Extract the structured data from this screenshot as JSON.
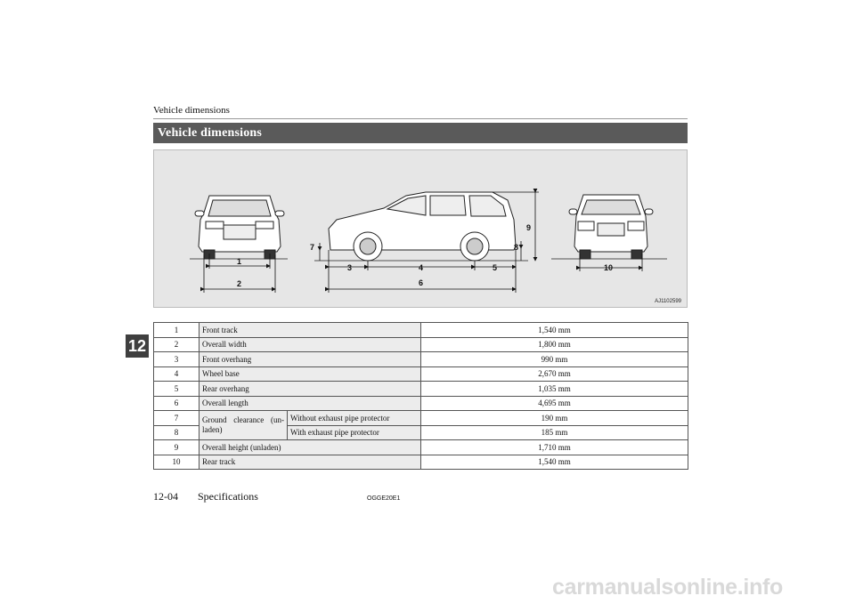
{
  "header": {
    "running_title": "Vehicle dimensions"
  },
  "section": {
    "title": "Vehicle dimensions"
  },
  "figure": {
    "code": "AJ1102599",
    "callouts": [
      "1",
      "2",
      "3",
      "4",
      "5",
      "6",
      "7",
      "8",
      "9",
      "10"
    ]
  },
  "chapter_tab": "12",
  "table": {
    "rows": [
      {
        "num": "1",
        "item": "Front track",
        "value": "1,540 mm"
      },
      {
        "num": "2",
        "item": "Overall width",
        "value": "1,800 mm"
      },
      {
        "num": "3",
        "item": "Front overhang",
        "value": "990 mm"
      },
      {
        "num": "4",
        "item": "Wheel base",
        "value": "2,670 mm"
      },
      {
        "num": "5",
        "item": "Rear overhang",
        "value": "1,035 mm"
      },
      {
        "num": "6",
        "item": "Overall length",
        "value": "4,695 mm"
      },
      {
        "num": "7",
        "item": "Ground clearance (un-laden)",
        "sub": "Without exhaust pipe protector",
        "value": "190 mm"
      },
      {
        "num": "8",
        "sub": "With exhaust pipe protector",
        "value": "185 mm"
      },
      {
        "num": "9",
        "item": "Overall height (unladen)",
        "value": "1,710 mm"
      },
      {
        "num": "10",
        "item": "Rear track",
        "value": "1,540 mm"
      }
    ]
  },
  "footer": {
    "page": "12-04",
    "section": "Specifications",
    "code": "OGGE20E1"
  },
  "watermark": "carmanualsonline.info"
}
